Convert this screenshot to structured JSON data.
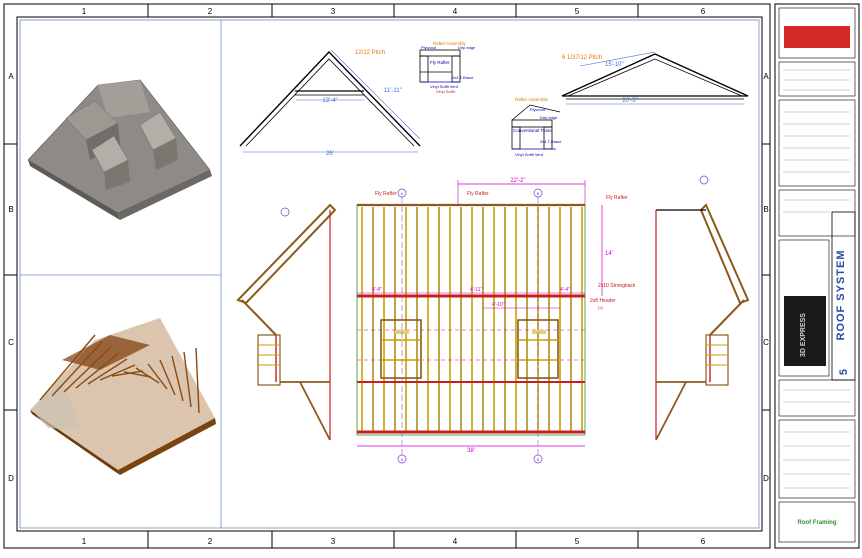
{
  "grid": {
    "columns": [
      "1",
      "2",
      "3",
      "4",
      "5",
      "6"
    ],
    "rows": [
      "A",
      "B",
      "C",
      "D"
    ]
  },
  "trusses": {
    "left_pitch": "12/12 Pitch",
    "left_top_dim": "13'-4\"",
    "left_side_dim": "11'-11\"",
    "left_span": "26'",
    "right_pitch": "6 1/37/12 Pitch",
    "right_top_dim": "15'-10\"",
    "right_mid_dim": "20'-5\""
  },
  "details": {
    "upper_title": "Rafter Assembly",
    "upper_labels": [
      "Plywood",
      "Drip edge",
      "Fly Rafter",
      "2x4 T-Brace",
      "Vinyl Soffit Vent",
      "Vinyl Soffit"
    ],
    "lower_title": "Rafter Assembly",
    "lower_labels": [
      "Plywood",
      "Drip edge",
      "Conventional Truss",
      "2x4 T-Brace",
      "Vinyl Soffit Vent"
    ]
  },
  "plan": {
    "dim_top": "22'-2\"",
    "dim_bottom": "38'",
    "dim_side": "14'",
    "dim_mid_left": "4'-8\"",
    "dim_mid_center": "4'-11\"",
    "dim_mid_right": "4'-4\"",
    "dim_lower": "4'-10\"",
    "label_fly_left": "Fly Rafter",
    "label_fly_mid": "Fly Rafter",
    "label_fly_right": "Fly Rafter",
    "label_strongback": "2x10 Strongback",
    "label_header": "2x8 Header",
    "label_header_sub": "(2)",
    "grid_bubbles": [
      "A",
      "B"
    ]
  },
  "title_block": {
    "vertical_title": "ROOF SYSTEM",
    "sheet_number": "5",
    "logo_text": "3D EXPRESS",
    "bottom_label": "Roof Framing"
  },
  "colors": {
    "border": "#000000",
    "grid_line": "#6b8cc9",
    "framing": "#8b5a1a",
    "header_red": "#c81e1e",
    "dimension": "#cc00cc",
    "note_orange": "#e07800",
    "title_green": "#2f8f2f"
  }
}
